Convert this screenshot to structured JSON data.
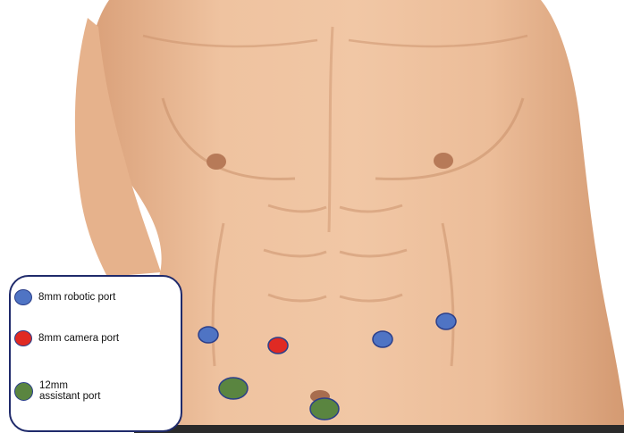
{
  "legend": {
    "items": [
      {
        "key": "robotic",
        "label": "8mm robotic port",
        "color": "#4f74c4"
      },
      {
        "key": "camera",
        "label": "8mm camera port",
        "color": "#e02a23"
      },
      {
        "key": "assistant",
        "label_line1": "12mm",
        "label_line2": "assistant port",
        "color": "#5a8540"
      }
    ]
  },
  "ports": [
    {
      "type": "robotic",
      "color": "#4f74c4"
    },
    {
      "type": "camera",
      "color": "#e02a23"
    },
    {
      "type": "robotic",
      "color": "#4f74c4"
    },
    {
      "type": "robotic",
      "color": "#4f74c4"
    },
    {
      "type": "assistant",
      "color": "#5a8540"
    },
    {
      "type": "assistant",
      "color": "#5a8540"
    }
  ],
  "colors": {
    "skin": "#e9b892",
    "skin_shadow": "#c98f69",
    "legend_border": "#1f2a6b",
    "bottom_bar": "#2a2a2a"
  }
}
